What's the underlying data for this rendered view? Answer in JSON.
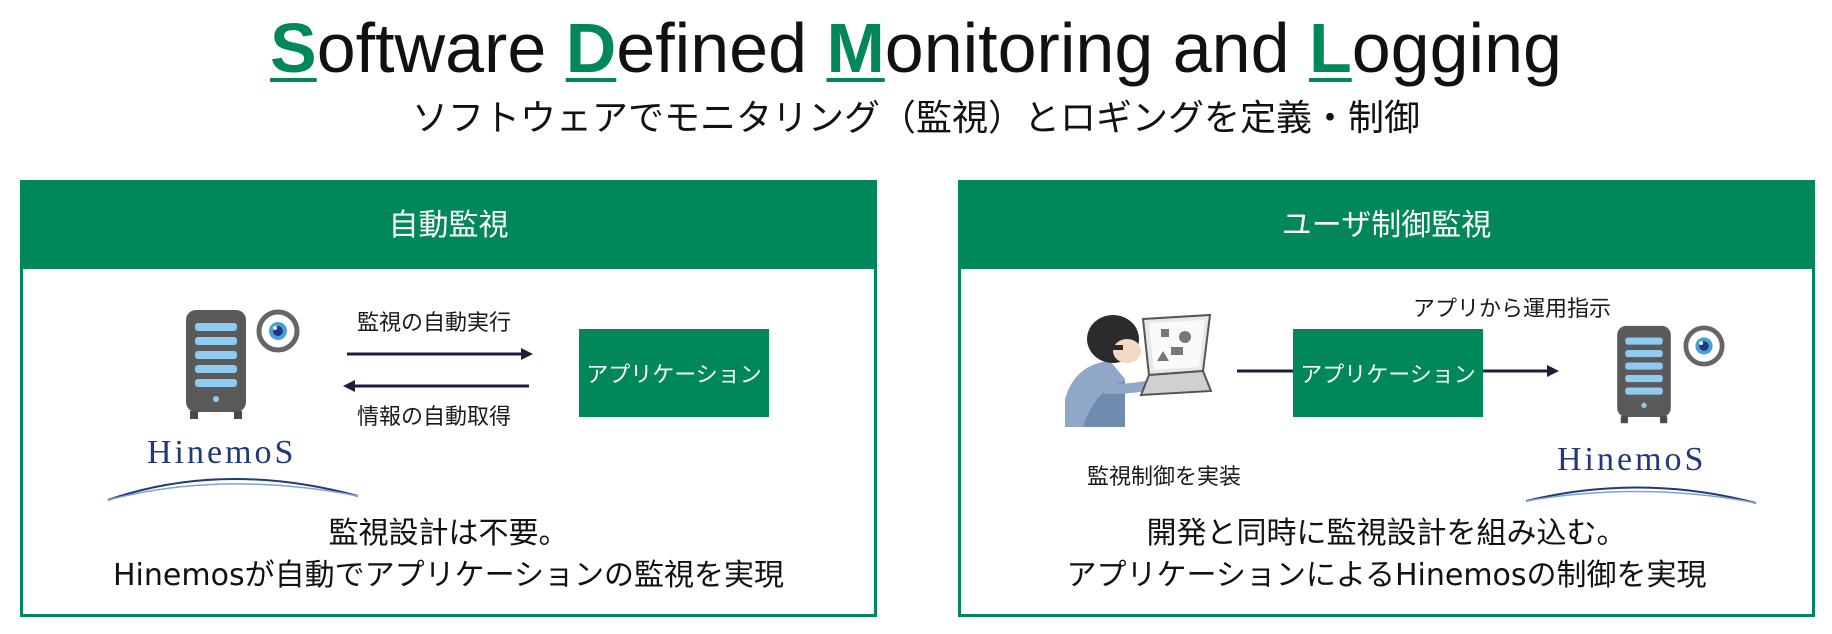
{
  "header": {
    "title_parts": [
      {
        "cap": "S",
        "rest": "oftware "
      },
      {
        "cap": "D",
        "rest": "efined "
      },
      {
        "cap": "M",
        "rest": "onitoring and "
      },
      {
        "cap": "L",
        "rest": "ogging"
      }
    ],
    "subtitle": "ソフトウェアでモニタリング（監視）とロギングを定義・制御"
  },
  "colors": {
    "accent": "#00875a",
    "text": "#1a1a1a",
    "logo": "#1f3a7a",
    "server_slot": "#8fcbf0"
  },
  "left_panel": {
    "title": "自動監視",
    "logo_text": "HinemoS",
    "arrow_top_label": "監視の自動実行",
    "arrow_bottom_label": "情報の自動取得",
    "app_box": "アプリケーション",
    "caption_line1": "監視設計は不要。",
    "caption_line2": "Hinemosが自動でアプリケーションの監視を実現",
    "icons": [
      "server-icon",
      "eye-icon",
      "hinemos-logo",
      "arrow-right-icon",
      "arrow-left-icon"
    ]
  },
  "right_panel": {
    "title": "ユーザ制御監視",
    "user_label": "監視制御を実装",
    "app_box": "アプリケーション",
    "instruction_label": "アプリから運用指示",
    "logo_text": "HinemoS",
    "caption_line1": "開発と同時に監視設計を組み込む。",
    "caption_line2": "アプリケーションによるHinemosの制御を実現",
    "icons": [
      "developer-icon",
      "laptop-icon",
      "server-icon",
      "eye-icon",
      "hinemos-logo",
      "arrow-right-icon"
    ]
  }
}
